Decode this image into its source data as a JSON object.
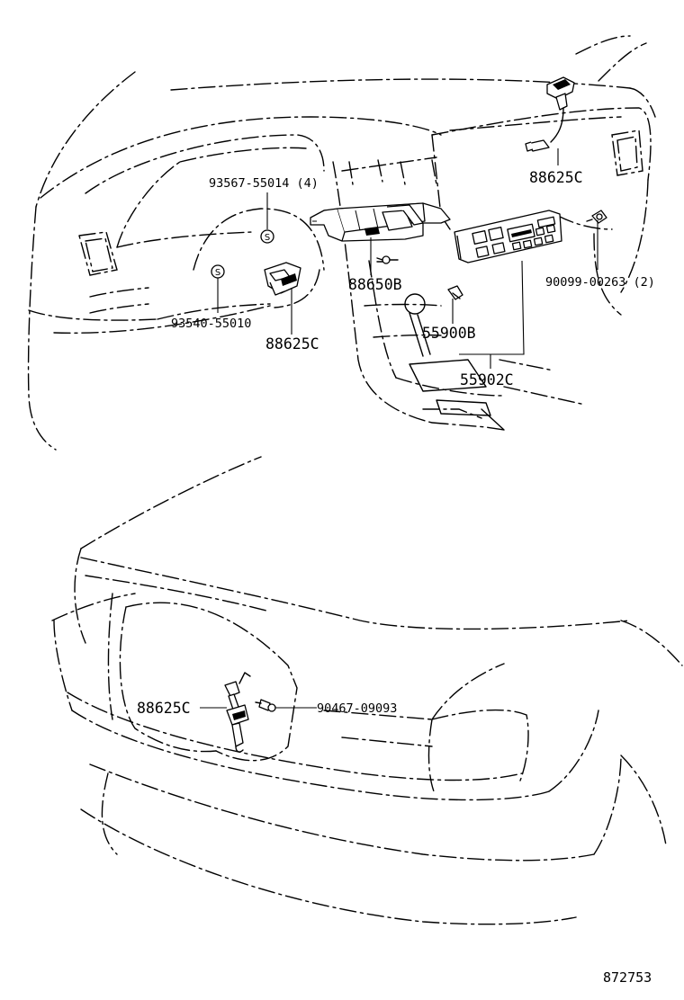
{
  "callouts": {
    "buzzer_top_right": "88625C",
    "clip_93567": "93567-55014 (4)",
    "computer_88650B": "88650B",
    "screw_90099": "90099-00263 (2)",
    "clip_93540": "93540-55010",
    "buzzer_left": "88625C",
    "control_55900B": "55900B",
    "panel_55902C": "55902C",
    "buzzer_front": "88625C",
    "bolt_90467": "90467-09093"
  },
  "symbols": {
    "s_mark": "S"
  },
  "illustration_number": "872753"
}
